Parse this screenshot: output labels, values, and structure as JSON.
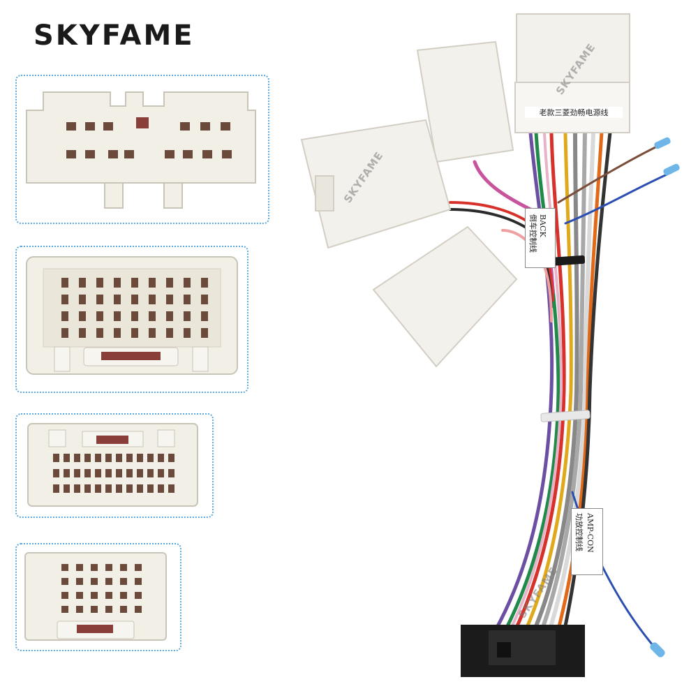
{
  "brand": {
    "logo_text": "SKYFAME"
  },
  "harness": {
    "power_label": "老款三菱劲畅电源线",
    "back_label_en": "BACK",
    "back_label_cn": "倒车控制线",
    "amp_label_en": "AMP-CON",
    "amp_label_cn": "功放控制线",
    "watermark": "SKYFAME"
  },
  "colors": {
    "panel_border": "#5aa7dc",
    "connector_body": "#f2efe7",
    "pin_dark": "#6b4a3c",
    "plug_black": "#1b1b1b"
  },
  "panels": [
    {
      "name": "connector-view-1"
    },
    {
      "name": "connector-view-2"
    },
    {
      "name": "connector-view-3"
    },
    {
      "name": "connector-view-4"
    }
  ]
}
